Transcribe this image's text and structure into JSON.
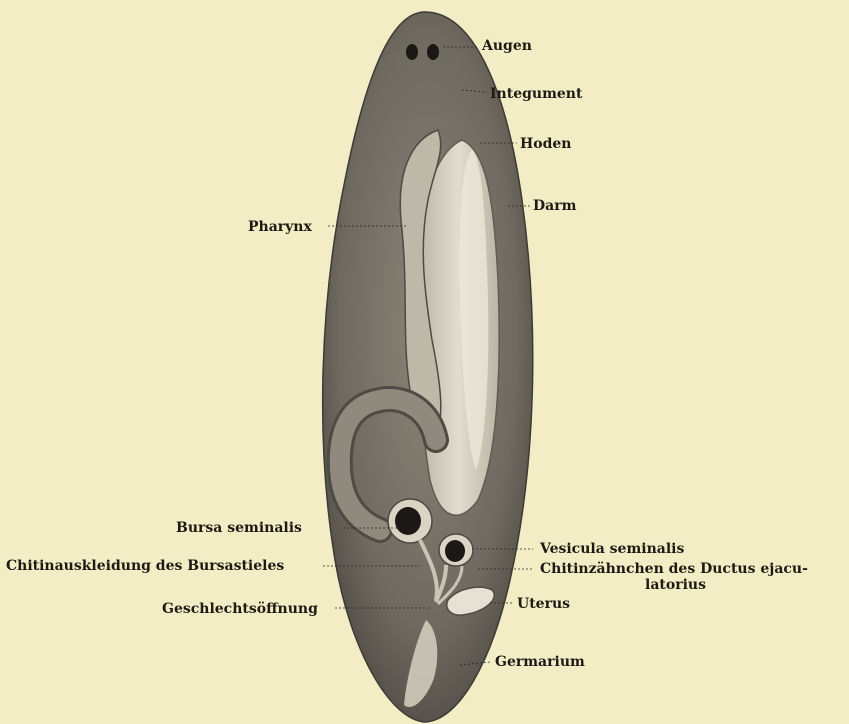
{
  "labels": {
    "augen": "Augen",
    "integument": "Integument",
    "hoden": "Hoden",
    "darm": "Darm",
    "pharynx": "Pharynx",
    "bursa_seminalis": "Bursa seminalis",
    "chitinauskleidung": "Chitinauskleidung des Bursastieles",
    "vesicula_seminalis": "Vesicula seminalis",
    "chitinzaehnchen_line1": "Chitinzähnchen des Ductus ejacu-",
    "chitinzaehnchen_line2": "latorius",
    "geschlechtsoeffnung": "Geschlechtsöffnung",
    "uterus": "Uterus",
    "germarium": "Germarium"
  },
  "colors": {
    "background": "#f3edc6",
    "body": "#7a7468",
    "body_dark": "#55504a",
    "organ_light": "#d4d0bf",
    "ink": "#1d1a14"
  }
}
